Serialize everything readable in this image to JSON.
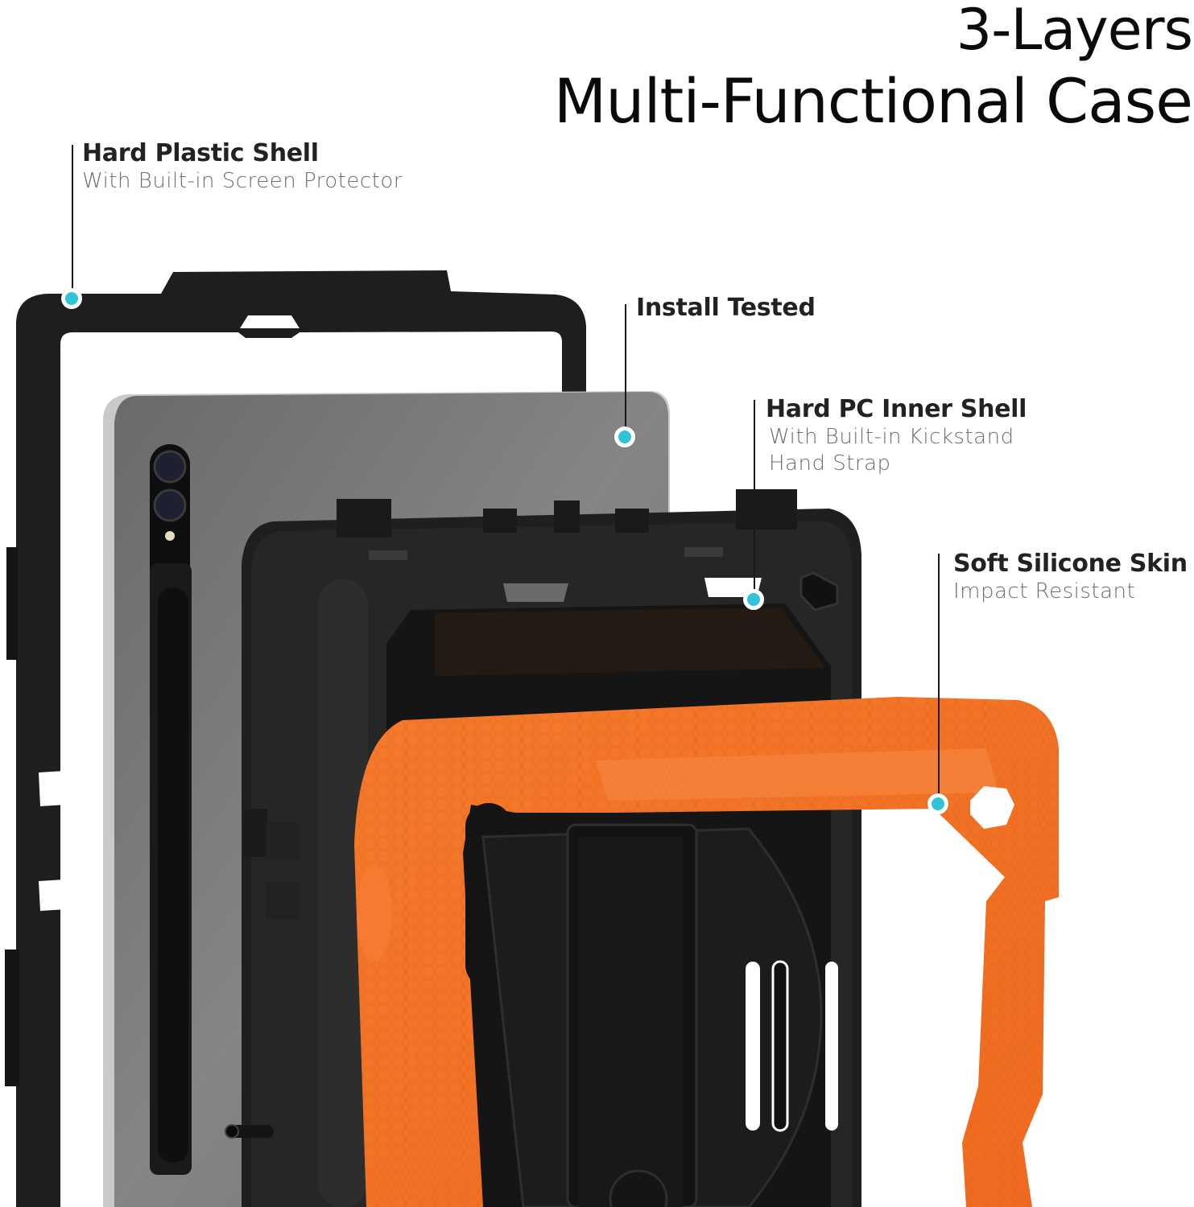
{
  "title": {
    "line1": "3-Layers",
    "line2": "Multi-Functional Case"
  },
  "callouts": [
    {
      "id": "hard-plastic-shell",
      "heading": "Hard Plastic Shell",
      "subtext": [
        "With Built-in Screen Protector"
      ]
    },
    {
      "id": "install-tested",
      "heading": "Install Tested",
      "subtext": []
    },
    {
      "id": "hard-pc-inner-shell",
      "heading": "Hard PC Inner Shell",
      "subtext": [
        "With Built-in Kickstand",
        "Hand Strap"
      ]
    },
    {
      "id": "soft-silicone-skin",
      "heading": "Soft Silicone Skin",
      "subtext": [
        "Impact Resistant"
      ]
    }
  ],
  "colors": {
    "marker_dot": "#2fc4d8",
    "silicone_orange": "#f26d21",
    "shell_black": "#1b1b1b",
    "tablet_gray": "#7d7d7d",
    "heading_text": "#222222",
    "subtext": "#6e6e6e"
  }
}
